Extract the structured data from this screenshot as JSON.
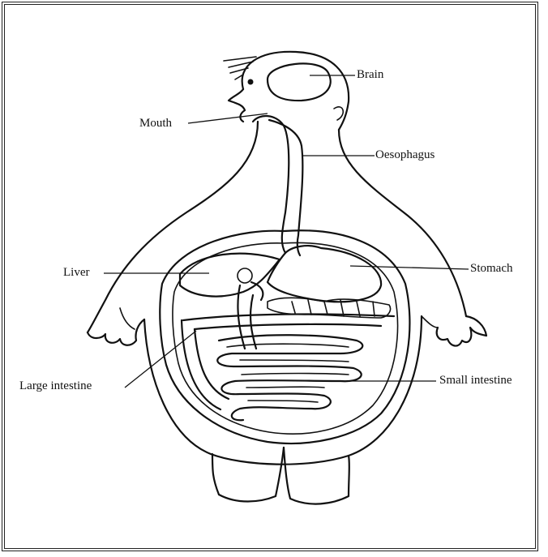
{
  "diagram": {
    "labels": {
      "brain": "Brain",
      "mouth": "Mouth",
      "oesophagus": "Oesophagus",
      "liver": "Liver",
      "stomach": "Stomach",
      "large_intestine": "Large intestine",
      "small_intestine": "Small intestine"
    }
  }
}
